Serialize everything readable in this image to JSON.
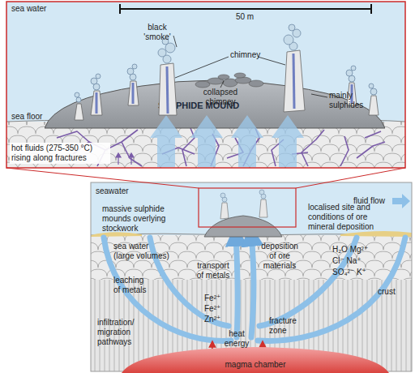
{
  "diagram": {
    "nodes": [
      {
        "text": [
          "SULPHIDE MOUND"
        ]
      },
      {
        "text": [
          "magma chamber"
        ]
      }
    ],
    "labels": [
      "sea water",
      "50 m",
      "black 'smoke'",
      "chimney",
      "collapsed chimney",
      "mainly sulphides",
      "sea floor",
      "hot fluids (275-350 °C) rising along fractures",
      "seawater",
      "massive sulphide mounds overlying stockwork",
      "localised site and conditions of ore mineral deposition",
      "sea water (large volumes)",
      "transport of metals",
      "deposition of ore materials",
      "H₂O Mg²⁺",
      "Cl⁻ Na⁺",
      "SO₄²⁻ K⁺",
      "leaching of metals",
      "Fe²⁺",
      "Fe²⁺",
      "Zn²⁺",
      "crust",
      "fracture zone",
      "infiltration/ migration pathways",
      "heat energy"
    ],
    "legend": [
      {
        "text": "fluid flow"
      }
    ]
  }
}
